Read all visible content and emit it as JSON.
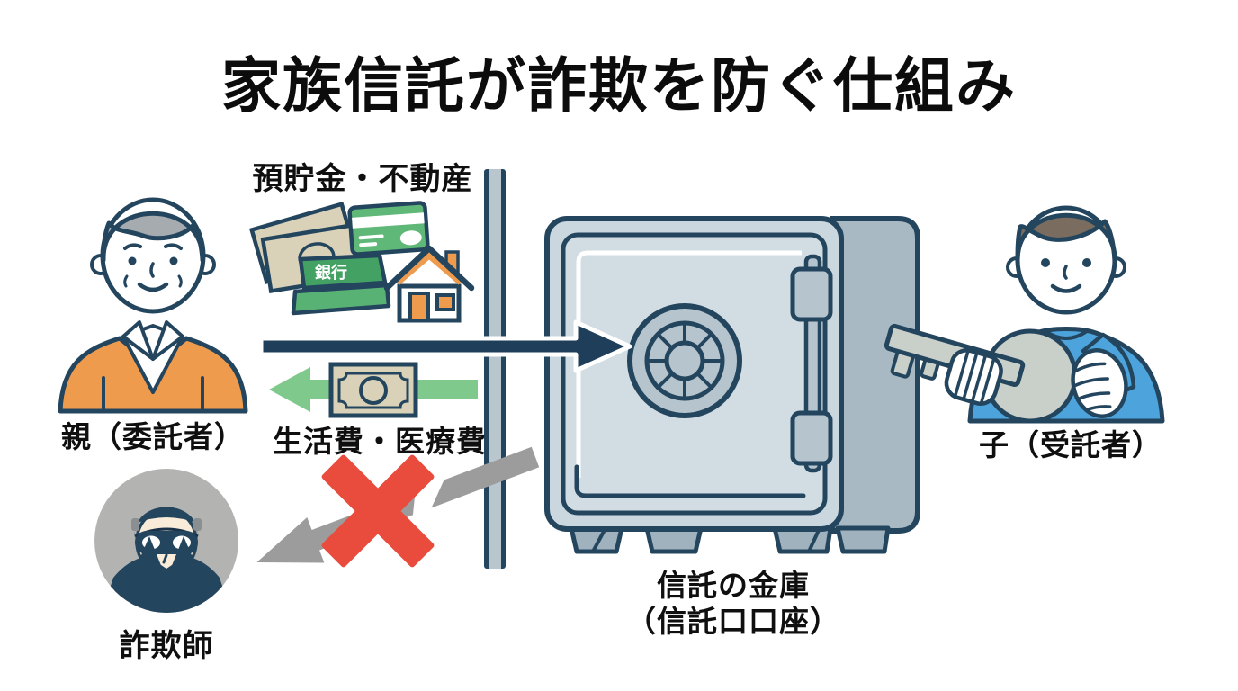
{
  "title": "家族信託が詐欺を防ぐ仕組み",
  "actors": {
    "parent": {
      "label": "親（委託者）"
    },
    "child": {
      "label": "子（受託者）"
    },
    "fraudster": {
      "label": "詐欺師"
    }
  },
  "safe": {
    "label_line1": "信託の金庫",
    "label_line2": "（信託口口座）"
  },
  "flows": {
    "assets_to_safe": {
      "label": "預貯金・不動産"
    },
    "expenses_to_parent": {
      "label": "生活費・医療費"
    }
  },
  "icons": {
    "bankbook_text": "銀行"
  },
  "colors": {
    "outline_navy": "#24455e",
    "arrow_dark": "#1e3e59",
    "arrow_green": "#7ec98b",
    "arrow_gray": "#9c9c9c",
    "block_red": "#e94b3d",
    "cardigan_orange": "#ef9b4d",
    "shirt_blue": "#4da4dc",
    "money_beige": "#d9d2b8",
    "bank_green": "#56b173",
    "house_orange": "#ef9b4d",
    "safe_body": "#cbd7df",
    "safe_side": "#a8b9c4",
    "avatar_gray": "#b3b4b2",
    "hair_gray": "#a6abb0",
    "hair_brown": "#7a6d60"
  }
}
